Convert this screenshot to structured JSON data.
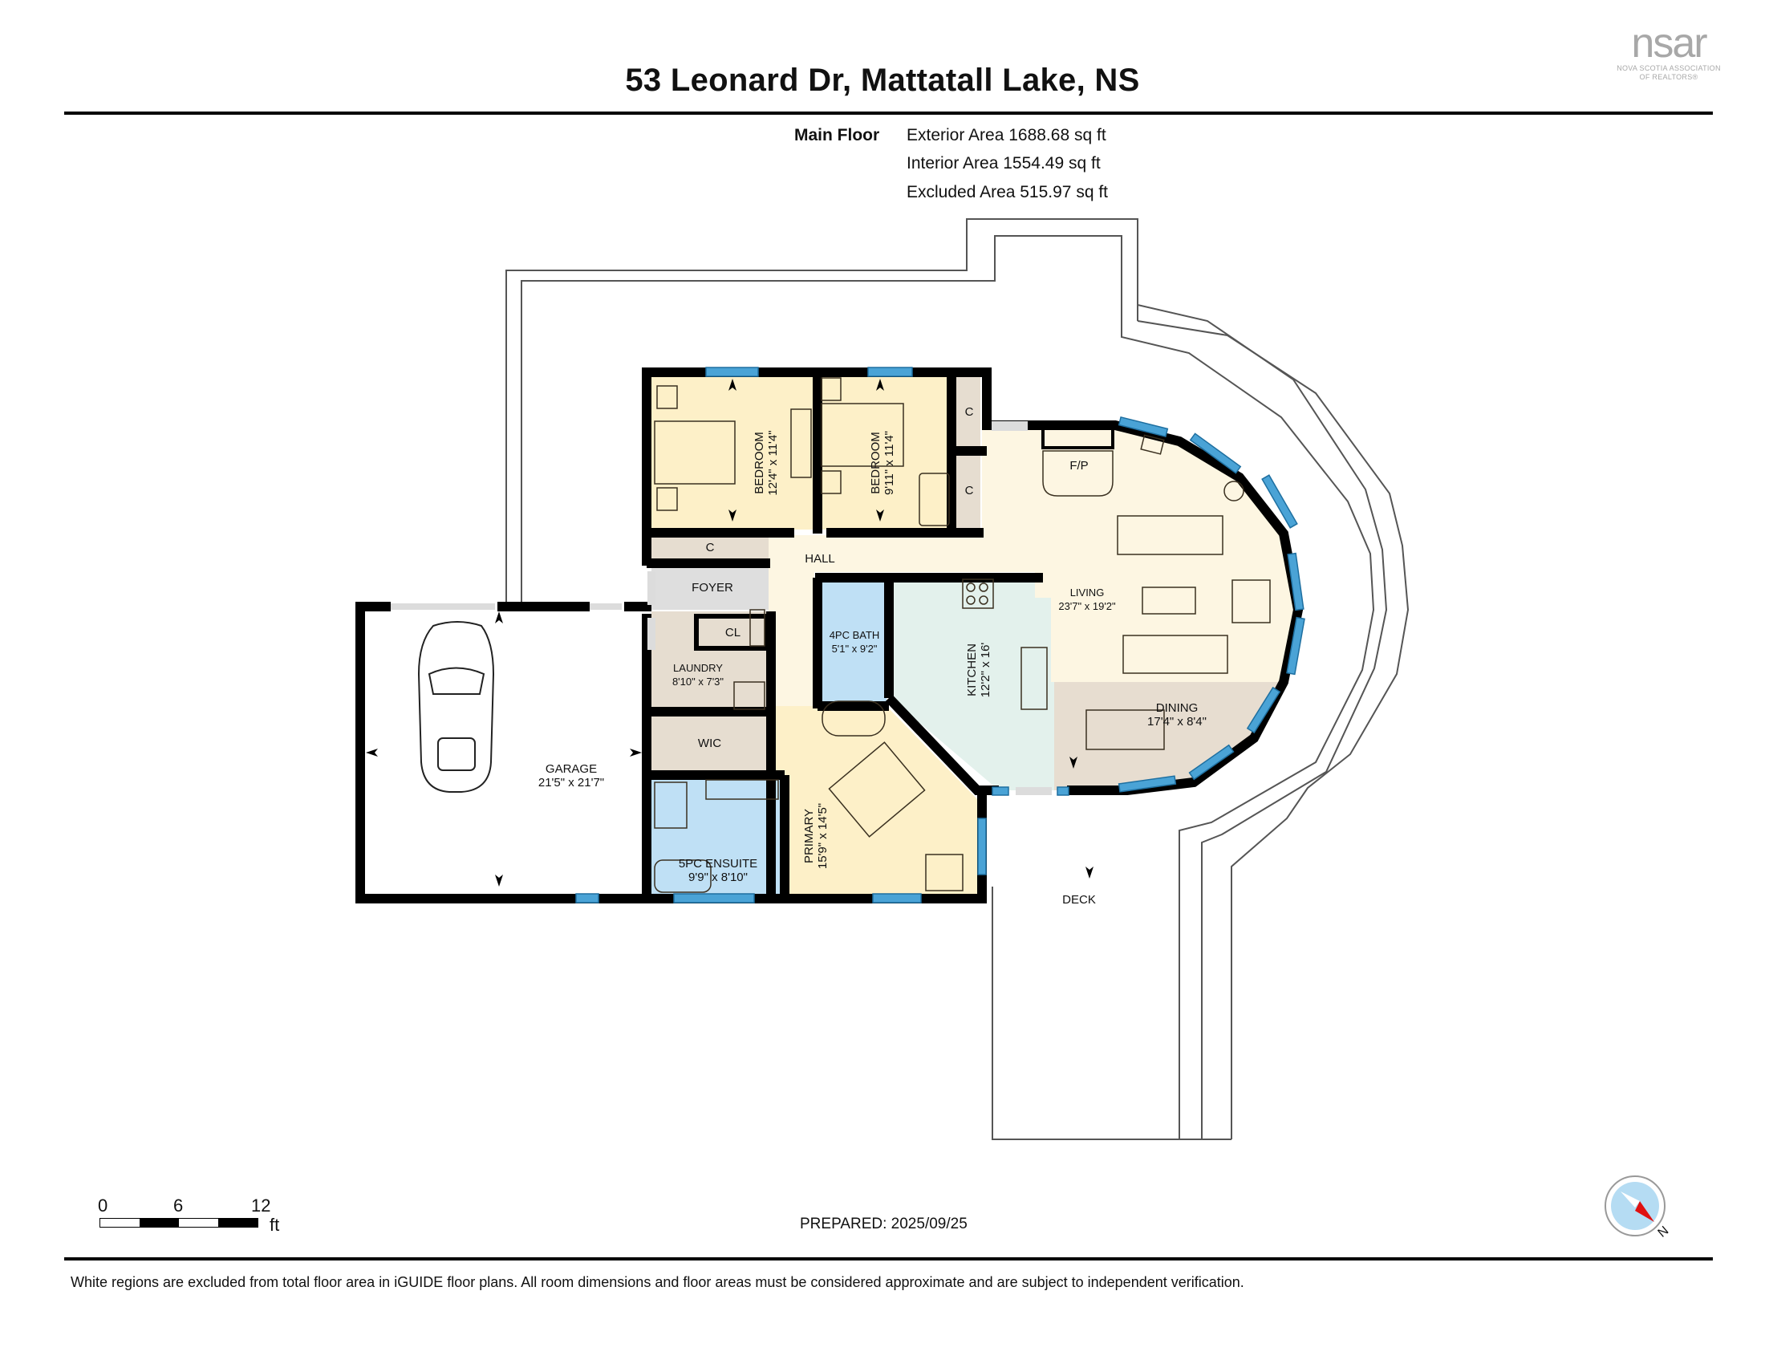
{
  "header": {
    "title": "53 Leonard Dr, Mattatall Lake, NS",
    "logo": {
      "mark": "nsar",
      "line1": "NOVA SCOTIA ASSOCIATION",
      "line2": "OF REALTORS®"
    }
  },
  "areas": {
    "floor_label": "Main Floor",
    "exterior": "Exterior Area 1688.68 sq ft",
    "interior": "Interior Area 1554.49 sq ft",
    "excluded": "Excluded Area 515.97 sq ft"
  },
  "rooms": {
    "bedroom1": {
      "name": "BEDROOM",
      "dims": "12'4\" x 11'4\""
    },
    "bedroom2": {
      "name": "BEDROOM",
      "dims": "9'11\" x 11'4\""
    },
    "closet_c1": {
      "name": "C"
    },
    "closet_c2": {
      "name": "C"
    },
    "closet_c3": {
      "name": "C"
    },
    "closet_cl": {
      "name": "CL"
    },
    "fireplace": {
      "name": "F/P"
    },
    "hall": {
      "name": "HALL"
    },
    "foyer": {
      "name": "FOYER"
    },
    "laundry": {
      "name": "LAUNDRY",
      "dims": "8'10\" x 7'3\""
    },
    "bath4pc": {
      "name": "4PC BATH",
      "dims": "5'1\" x 9'2\""
    },
    "kitchen": {
      "name": "KITCHEN",
      "dims": "12'2\" x 16'"
    },
    "living": {
      "name": "LIVING",
      "dims": "23'7\" x 19'2\""
    },
    "dining": {
      "name": "DINING",
      "dims": "17'4\" x 8'4\""
    },
    "wic": {
      "name": "WIC"
    },
    "primary": {
      "name": "PRIMARY",
      "dims": "15'9\" x 14'5\""
    },
    "ensuite": {
      "name": "5PC ENSUITE",
      "dims": "9'9\" x 8'10\""
    },
    "garage": {
      "name": "GARAGE",
      "dims": "21'5\" x 21'7\""
    },
    "deck": {
      "name": "DECK"
    }
  },
  "scale_bar": {
    "ticks": [
      "0",
      "6",
      "12"
    ],
    "unit": "ft"
  },
  "compass": {
    "label": "N"
  },
  "footer": {
    "prepared": "PREPARED: 2025/09/25",
    "disclaimer": "White regions are excluded from total floor area in iGUIDE floor plans. All room dimensions and floor areas must be considered approximate and are subject to independent verification."
  },
  "colors": {
    "bedroom": "#fdf0c8",
    "closet": "#e6ddd0",
    "foyer": "#dedede",
    "bath": "#bfe0f5",
    "kitchen": "#e3f1ec",
    "living": "#fdf6e2",
    "dining": "#e7ddd0",
    "wall": "#000000",
    "window": "#4aa3d6",
    "compass_bg": "#b5dcf3",
    "compass_needle": "#e01010"
  }
}
